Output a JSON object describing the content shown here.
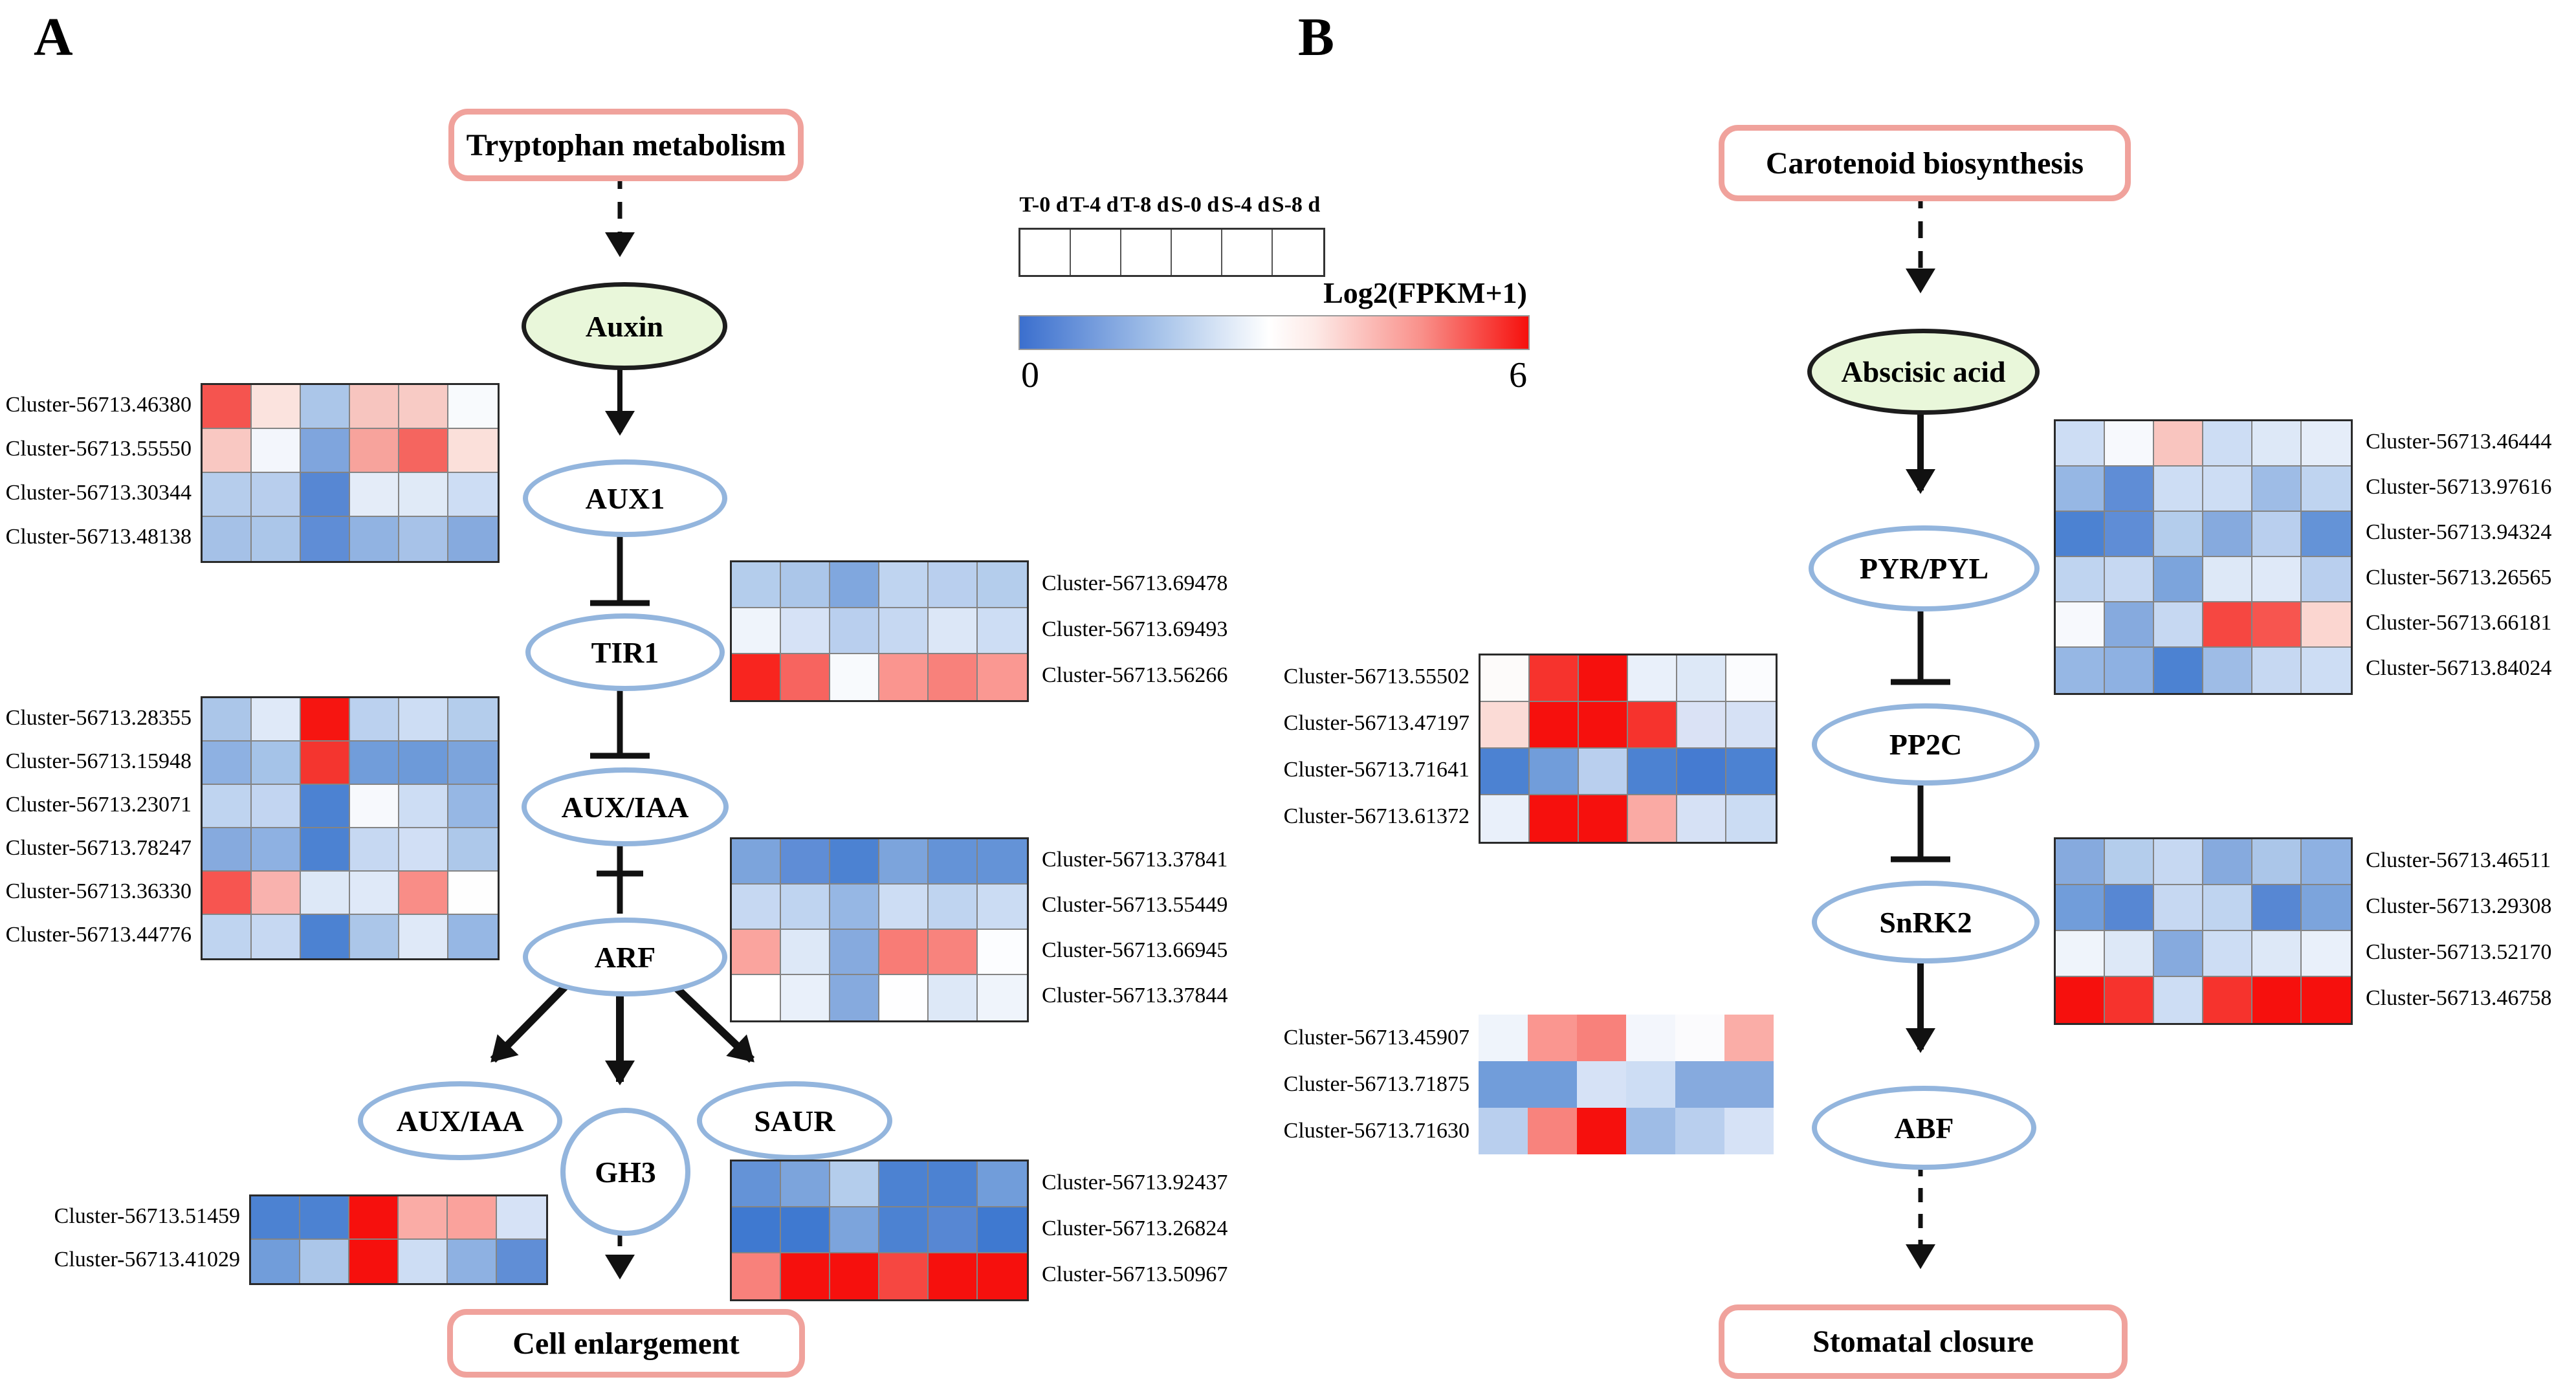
{
  "figure": {
    "panels": [
      {
        "label": "A",
        "source_box": "Tryptophan metabolism",
        "hormone": "Auxin",
        "nodes": [
          "AUX1",
          "TIR1",
          "AUX/IAA",
          "ARF",
          "AUX/IAA",
          "GH3",
          "SAUR"
        ],
        "outcome_box": "Cell enlargement"
      },
      {
        "label": "B",
        "source_box": "Carotenoid biosynthesis",
        "hormone": "Abscisic acid",
        "nodes": [
          "PYR/PYL",
          "PP2C",
          "SnRK2",
          "ABF"
        ],
        "outcome_box": "Stomatal closure"
      }
    ],
    "legend": {
      "columns": [
        "T-0 d",
        "T-4 d",
        "T-8 d",
        "S-0 d",
        "S-4 d",
        "S-8 d"
      ],
      "colorbar_title": "Log2(FPKM+1)",
      "min": "0",
      "max": "6",
      "color_low": "#3b6fce",
      "color_mid": "#ffffff",
      "color_high": "#f6100d"
    },
    "heatmaps": [
      {
        "id": "a1",
        "rows": [
          {
            "cluster": "Cluster-56713.46380",
            "colors": [
              "#f5544f",
              "#fbe3de",
              "#abc6e9",
              "#f7c5bf",
              "#f8cbc5",
              "#f8fafd"
            ]
          },
          {
            "cluster": "Cluster-56713.55550",
            "colors": [
              "#f9c8c2",
              "#f3f6fc",
              "#7fa5dd",
              "#f7a39c",
              "#f5655f",
              "#fbe0da"
            ]
          },
          {
            "cluster": "Cluster-56713.30344",
            "colors": [
              "#b6cdec",
              "#b8ceed",
              "#5787d3",
              "#e4ecf8",
              "#e0eaf7",
              "#cdddf4"
            ]
          },
          {
            "cluster": "Cluster-56713.48138",
            "colors": [
              "#a5c1e7",
              "#abc6e9",
              "#5f8dd6",
              "#91b3e2",
              "#a7c2e8",
              "#86aade"
            ]
          }
        ]
      },
      {
        "id": "a2",
        "rows": [
          {
            "cluster": "Cluster-56713.69478",
            "colors": [
              "#b4cdec",
              "#abc6e9",
              "#80a7de",
              "#bfd4f0",
              "#b9cfee",
              "#b4cdec"
            ]
          },
          {
            "cluster": "Cluster-56713.69493",
            "colors": [
              "#eff4fb",
              "#d6e2f6",
              "#b9cfee",
              "#c6d8f2",
              "#dce7f7",
              "#cdddf4"
            ]
          },
          {
            "cluster": "Cluster-56713.56266",
            "colors": [
              "#f8251f",
              "#f7645f",
              "#f8fafd",
              "#fa958f",
              "#f8817b",
              "#fa9892"
            ]
          }
        ]
      },
      {
        "id": "a3",
        "rows": [
          {
            "cluster": "Cluster-56713.28355",
            "colors": [
              "#abc6e9",
              "#dfe9f8",
              "#f61511",
              "#bbd1ef",
              "#cdddf4",
              "#b4cdec"
            ]
          },
          {
            "cluster": "Cluster-56713.15948",
            "colors": [
              "#8eb1e2",
              "#a5c3e8",
              "#f4352f",
              "#719dda",
              "#6d9ad9",
              "#7ca4dc"
            ]
          },
          {
            "cluster": "Cluster-56713.23071",
            "colors": [
              "#bfd4f0",
              "#c2d5f1",
              "#4c82d2",
              "#f7f9fd",
              "#cdddf4",
              "#96b7e4"
            ]
          },
          {
            "cluster": "Cluster-56713.78247",
            "colors": [
              "#86aade",
              "#8eb1e2",
              "#4c82d2",
              "#c6d8f2",
              "#d1dff5",
              "#adc8ea"
            ]
          },
          {
            "cluster": "Cluster-56713.36330",
            "colors": [
              "#f75550",
              "#f9b2ae",
              "#dde8f7",
              "#dfe9f8",
              "#f98d87",
              "#fefefe"
            ]
          },
          {
            "cluster": "Cluster-56713.44776",
            "colors": [
              "#bfd4f0",
              "#c6d8f2",
              "#4c82d2",
              "#abc6e9",
              "#dfe9f8",
              "#96b7e4"
            ]
          }
        ]
      },
      {
        "id": "a4",
        "rows": [
          {
            "cluster": "Cluster-56713.37841",
            "colors": [
              "#7ca4dc",
              "#5f8dd6",
              "#4c82d2",
              "#7ca4dc",
              "#6493d7",
              "#6493d7"
            ]
          },
          {
            "cluster": "Cluster-56713.55449",
            "colors": [
              "#c6d8f2",
              "#bfd4f0",
              "#96b7e4",
              "#cdddf4",
              "#bfd4f0",
              "#cbdcf3"
            ]
          },
          {
            "cluster": "Cluster-56713.66945",
            "colors": [
              "#faa49e",
              "#dde8f7",
              "#86aade",
              "#f87c76",
              "#f8837d",
              "#fcfdff"
            ]
          },
          {
            "cluster": "Cluster-56713.37844",
            "colors": [
              "#ffffff",
              "#e9f0fa",
              "#86aade",
              "#fefeff",
              "#dde8f7",
              "#eff4fb"
            ]
          }
        ]
      },
      {
        "id": "a5",
        "rows": [
          {
            "cluster": "Cluster-56713.51459",
            "colors": [
              "#4c82d2",
              "#4c82d2",
              "#f6100d",
              "#faaca6",
              "#faa29c",
              "#d6e2f6"
            ]
          },
          {
            "cluster": "Cluster-56713.41029",
            "colors": [
              "#719dda",
              "#abc6e9",
              "#f6100d",
              "#cdddf4",
              "#8eb1e2",
              "#608ed6"
            ]
          }
        ]
      },
      {
        "id": "a6",
        "rows": [
          {
            "cluster": "Cluster-56713.92437",
            "colors": [
              "#6493d7",
              "#7ca4dc",
              "#b4cdec",
              "#4c82d2",
              "#4c82d2",
              "#719dda"
            ]
          },
          {
            "cluster": "Cluster-56713.26824",
            "colors": [
              "#3f79d0",
              "#3f79d0",
              "#7ca4dc",
              "#4c82d2",
              "#5787d3",
              "#3f79d0"
            ]
          },
          {
            "cluster": "Cluster-56713.50967",
            "colors": [
              "#f8817b",
              "#f6100d",
              "#f6100d",
              "#f64741",
              "#f6100d",
              "#f6100d"
            ]
          }
        ]
      },
      {
        "id": "b1",
        "rows": [
          {
            "cluster": "Cluster-56713.46444",
            "colors": [
              "#cdddf4",
              "#f7f9fd",
              "#f9c5bf",
              "#cdddf4",
              "#dde8f7",
              "#e5edf9"
            ]
          },
          {
            "cluster": "Cluster-56713.97616",
            "colors": [
              "#96b7e4",
              "#5f8dd6",
              "#cdddf4",
              "#cdddf4",
              "#9ebce6",
              "#bfd4f0"
            ]
          },
          {
            "cluster": "Cluster-56713.94324",
            "colors": [
              "#4c82d2",
              "#5f8dd6",
              "#b4cdec",
              "#86aade",
              "#b9cfee",
              "#6493d7"
            ]
          },
          {
            "cluster": "Cluster-56713.26565",
            "colors": [
              "#bfd4f0",
              "#c6d8f2",
              "#7ca4dc",
              "#dde8f7",
              "#dfe9f8",
              "#b9cfee"
            ]
          },
          {
            "cluster": "Cluster-56713.66181",
            "colors": [
              "#f7f9fd",
              "#86aade",
              "#c6d8f2",
              "#f64741",
              "#f7554f",
              "#fbd6d0"
            ]
          },
          {
            "cluster": "Cluster-56713.84024",
            "colors": [
              "#96b7e4",
              "#8eb1e2",
              "#4c82d2",
              "#9ebce6",
              "#c6d8f2",
              "#cdddf4"
            ]
          }
        ]
      },
      {
        "id": "b2",
        "rows": [
          {
            "cluster": "Cluster-56713.55502",
            "colors": [
              "#fdfbfa",
              "#f6332d",
              "#f6100d",
              "#e9f0fa",
              "#dde8f7",
              "#fbfcfe"
            ]
          },
          {
            "cluster": "Cluster-56713.47197",
            "colors": [
              "#fbdbd6",
              "#f6100d",
              "#f6100d",
              "#f6332d",
              "#dae2f5",
              "#d6e1f5"
            ]
          },
          {
            "cluster": "Cluster-56713.71641",
            "colors": [
              "#4c82d2",
              "#719dda",
              "#b9cfee",
              "#4c82d2",
              "#457bd1",
              "#4c82d2"
            ]
          },
          {
            "cluster": "Cluster-56713.61372",
            "colors": [
              "#e9f0fa",
              "#f6100d",
              "#f6100d",
              "#faaaa4",
              "#d6e1f5",
              "#cbdcf3"
            ]
          }
        ]
      },
      {
        "id": "b3",
        "rows": [
          {
            "cluster": "Cluster-56713.46511",
            "colors": [
              "#86aade",
              "#b4cdec",
              "#c6d8f2",
              "#86aade",
              "#abc6e9",
              "#8eb1e2"
            ]
          },
          {
            "cluster": "Cluster-56713.29308",
            "colors": [
              "#719dda",
              "#5787d3",
              "#c6d8f2",
              "#bfd4f0",
              "#5787d3",
              "#7ca4dc"
            ]
          },
          {
            "cluster": "Cluster-56713.52170",
            "colors": [
              "#eff4fb",
              "#dde8f7",
              "#86aade",
              "#cdddf4",
              "#dde8f7",
              "#e9f0fa"
            ]
          },
          {
            "cluster": "Cluster-56713.46758",
            "colors": [
              "#f6100d",
              "#f6332d",
              "#cdddf4",
              "#f6332d",
              "#f6100d",
              "#f6100d"
            ]
          }
        ]
      },
      {
        "id": "b4",
        "rows": [
          {
            "cluster": "Cluster-56713.45907",
            "colors": [
              "#eff4fb",
              "#fa9690",
              "#f8817b",
              "#f3f6fc",
              "#fbfbfd",
              "#faada7"
            ]
          },
          {
            "cluster": "Cluster-56713.71875",
            "colors": [
              "#719dda",
              "#719dda",
              "#d6e2f6",
              "#cdddf4",
              "#86aade",
              "#86aade"
            ]
          },
          {
            "cluster": "Cluster-56713.71630",
            "colors": [
              "#b9cfee",
              "#f8837d",
              "#f6100d",
              "#9ebce6",
              "#b9cfee",
              "#d6e2f6"
            ]
          }
        ]
      }
    ]
  }
}
